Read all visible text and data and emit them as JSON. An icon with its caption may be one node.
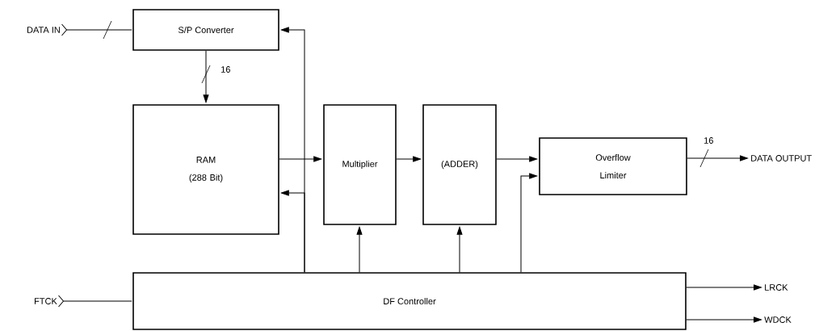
{
  "diagram": {
    "nodes": [
      {
        "text": [
          "DATA IN"
        ]
      },
      {
        "text": [
          "S/P Converter"
        ]
      },
      {
        "text": [
          "RAM (288 Bit)"
        ]
      },
      {
        "text": [
          "Multiplier"
        ]
      },
      {
        "text": [
          "(ADDER)"
        ]
      },
      {
        "text": [
          "Overflow Limiter"
        ]
      },
      {
        "text": [
          "DATA OUTPUT"
        ]
      },
      {
        "text": [
          "FTCK"
        ]
      },
      {
        "text": [
          "DF Controller"
        ]
      },
      {
        "text": [
          "LRCK"
        ]
      },
      {
        "text": [
          "WDCK"
        ]
      }
    ],
    "edges": [
      {
        "from": 0,
        "to": 1,
        "arrow": "other"
      },
      {
        "from": 1,
        "to": 2,
        "arrow": "to",
        "label": "16"
      },
      {
        "from": 2,
        "to": 3,
        "arrow": "to"
      },
      {
        "from": 8,
        "to": 1,
        "arrow": "to"
      },
      {
        "from": 8,
        "to": 2,
        "arrow": "to"
      },
      {
        "from": 3,
        "to": 4,
        "arrow": "to"
      },
      {
        "from": 4,
        "to": 5,
        "arrow": "to"
      },
      {
        "from": 8,
        "to": 3,
        "arrow": "to"
      },
      {
        "from": 8,
        "to": 4,
        "arrow": "to"
      },
      {
        "from": 8,
        "to": 5,
        "arrow": "to"
      },
      {
        "from": 5,
        "to": 6,
        "arrow": "to",
        "label": "16"
      },
      {
        "from": 7,
        "to": 8,
        "arrow": "other"
      },
      {
        "from": 8,
        "to": 9,
        "arrow": "to"
      },
      {
        "from": 8,
        "to": 10,
        "arrow": "to"
      }
    ]
  }
}
